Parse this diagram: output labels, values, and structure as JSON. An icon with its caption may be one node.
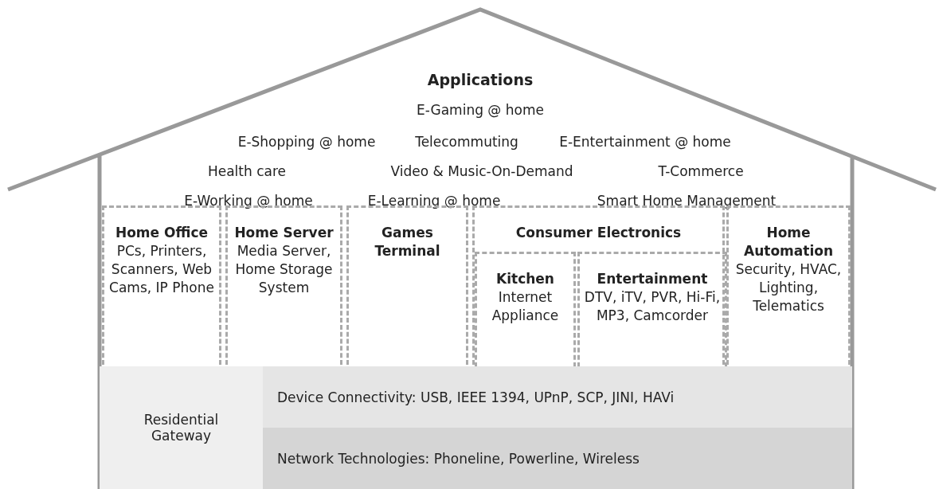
{
  "diagram": {
    "nodes": [
      {
        "text": [
          "Applications",
          "E-Gaming @ home",
          "E-Shopping @ home",
          "Telecommuting",
          "E-Entertainment @ home",
          "Health care",
          "Video & Music-On-Demand",
          "T-Commerce",
          "E-Working @ home",
          "E-Learning @ home",
          "Smart Home Management"
        ]
      },
      {
        "text": [
          "Home Office",
          "PCs, Printers, Scanners, Web Cams, IP Phone"
        ]
      },
      {
        "text": [
          "Home Server",
          "Media Server, Home Storage System"
        ]
      },
      {
        "text": [
          "Games Terminal"
        ]
      },
      {
        "text": [
          "Consumer Electronics"
        ]
      },
      {
        "text": [
          "Kitchen",
          "Internet Appliance"
        ],
        "in": 4
      },
      {
        "text": [
          "Entertainment",
          "DTV, iTV, PVR, Hi-Fi, MP3, Camcorder"
        ],
        "in": 4
      },
      {
        "text": [
          "Home Automation",
          "Security, HVAC, Lighting, Telematics"
        ]
      },
      {
        "text": [
          "Residential Gateway"
        ]
      },
      {
        "text": [
          "Device Connectivity: USB, IEEE 1394, UPnP, SCP, JINI, HAVi"
        ]
      },
      {
        "text": [
          "Network Technologies: Phoneline, Powerline, Wireless"
        ]
      }
    ],
    "edges": []
  }
}
